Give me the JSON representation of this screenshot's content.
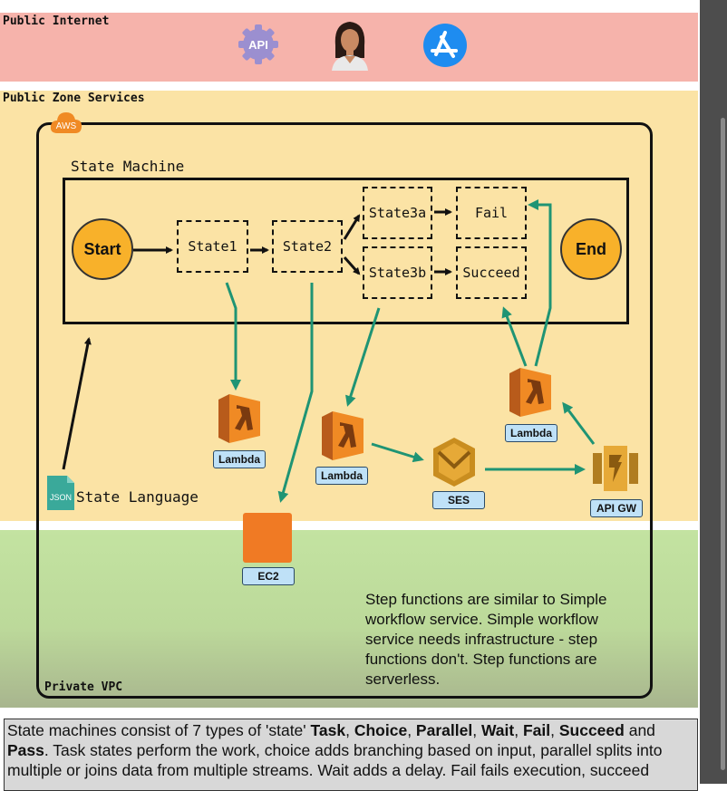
{
  "zones": {
    "public_internet": "Public Internet",
    "public_zone": "Public Zone Services",
    "private_vpc": "Private VPC"
  },
  "aws_badge": "AWS",
  "state_machine": {
    "title": "State Machine",
    "start": "Start",
    "end": "End",
    "state1": "State1",
    "state2": "State2",
    "state3a": "State3a",
    "state3b": "State3b",
    "fail": "Fail",
    "succeed": "Succeed"
  },
  "internet_icons": {
    "api": "API"
  },
  "services": {
    "lambda1": "Lambda",
    "lambda2": "Lambda",
    "lambda3": "Lambda",
    "ses": "SES",
    "api_gw": "API GW",
    "ec2": "EC2"
  },
  "state_language": {
    "json_icon": "JSON",
    "label": "State Language"
  },
  "caption": "Step functions are similar to Simple workflow service. Simple workflow service needs infrastructure - step functions don't. Step functions are serverless.",
  "bottom_note": {
    "intro": "State machines consist of 7 types of 'state' ",
    "types": [
      "Task",
      "Choice",
      "Parallel",
      "Wait",
      "Fail",
      "Succeed",
      "Pass"
    ],
    "and": "and",
    "rest": ". Task states perform the work, choice adds branching based on input, parallel splits into multiple or joins data from multiple streams. Wait adds a delay. Fail fails execution, succeed"
  },
  "colors": {
    "public_internet": "#f6b3ab",
    "public_zone": "#fbe3a5",
    "private_vpc": "#c3e3a1",
    "aws_orange": "#f08a24",
    "flow_green": "#1f9474",
    "start_end": "#f8b12a"
  }
}
